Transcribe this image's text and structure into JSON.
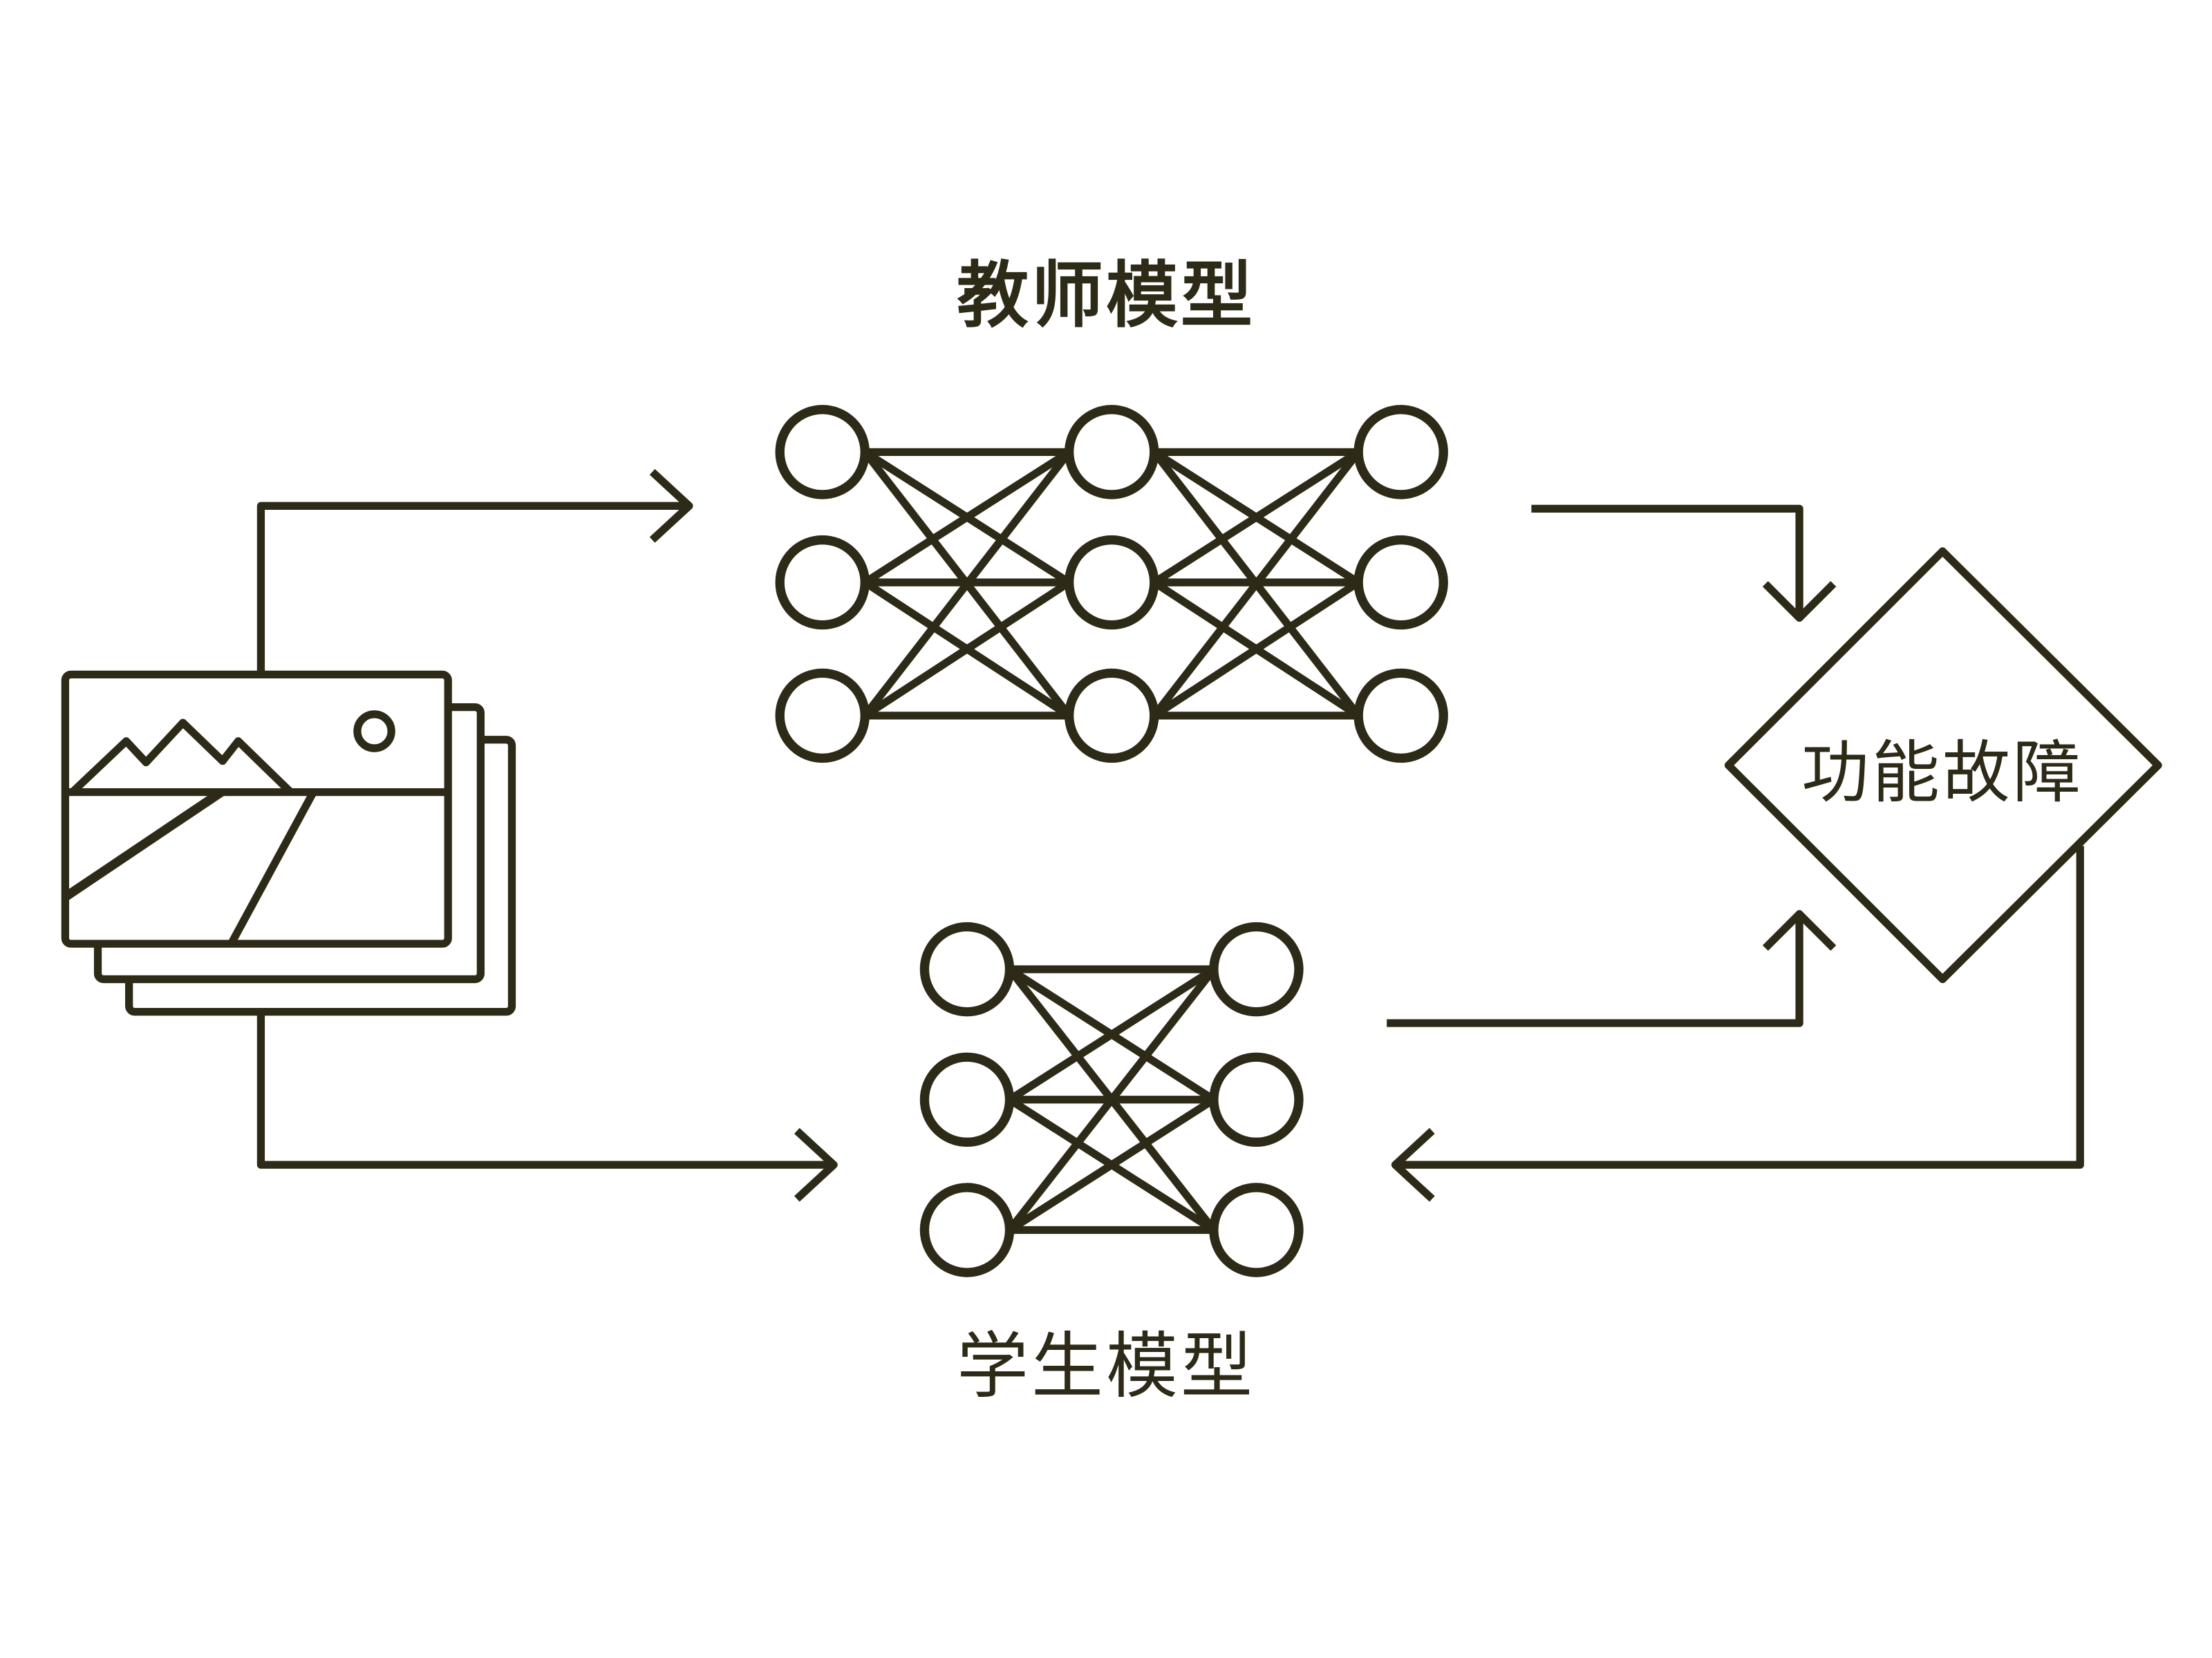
{
  "diagram": {
    "teacher_label": "教师模型",
    "student_label": "学生模型",
    "decision_label": "功能故障",
    "input_icon": "image-stack-icon",
    "teacher_network": {
      "layers": [
        3,
        3,
        3
      ]
    },
    "student_network": {
      "layers": [
        3,
        3
      ]
    },
    "colors": {
      "stroke": "#2d2a17",
      "background": "#ffffff"
    }
  }
}
